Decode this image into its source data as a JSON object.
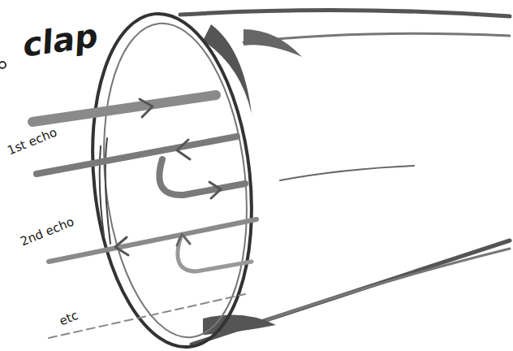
{
  "diagram": {
    "labels": [
      "clap",
      "1st echo",
      "2nd echo",
      "etc"
    ]
  }
}
